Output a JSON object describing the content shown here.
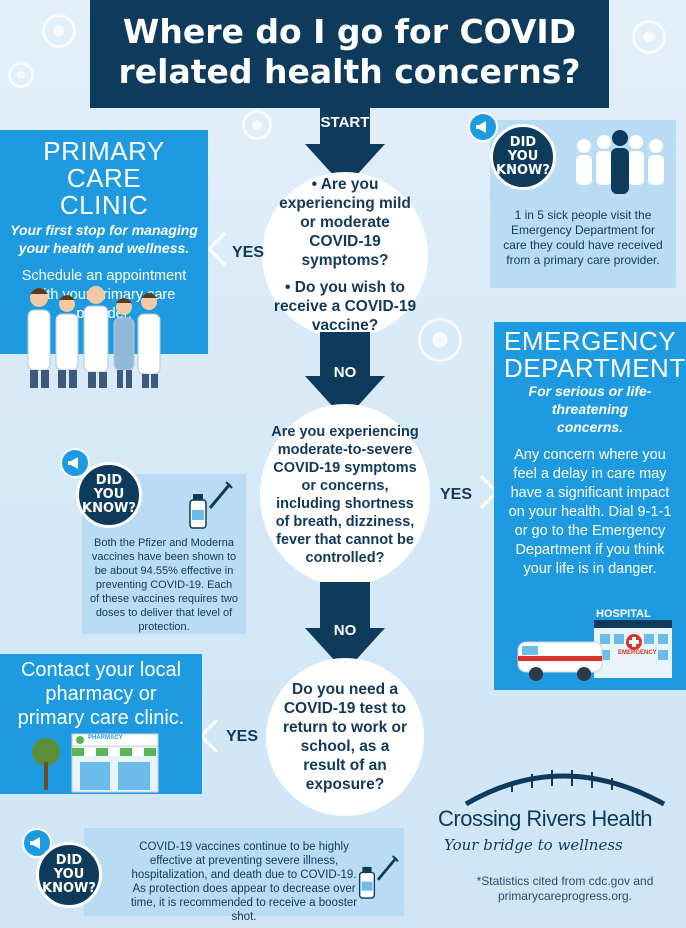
{
  "title": {
    "line1": "Where do I go for COVID",
    "line2": "related health concerns?"
  },
  "flow": {
    "start_label": "START",
    "no_label_1": "NO",
    "no_label_2": "NO",
    "yes_left_1": "YES",
    "yes_right": "YES",
    "yes_left_2": "YES"
  },
  "question1": {
    "bullet_a": "• Are you experiencing mild or moderate COVID-19 symptoms?",
    "bullet_b": "• Do you wish to receive a COVID-19 vaccine?"
  },
  "question2": {
    "text": "Are you experiencing moderate-to-severe COVID-19 symptoms or concerns, including shortness of breath, dizziness, fever that cannot be controlled?"
  },
  "question3": {
    "text": "Do you need a COVID-19 test to return to work or school, as a result of an exposure?"
  },
  "primary_care": {
    "title_line1": "PRIMARY CARE",
    "title_line2": "CLINIC",
    "subtitle": "Your first stop for managing your health and wellness.",
    "body": "Schedule an appointment with your primary care provider."
  },
  "emergency": {
    "title_line1": "EMERGENCY",
    "title_line2": "DEPARTMENT",
    "subtitle": "For serious or life-threatening concerns.",
    "body": "Any concern where you feel a delay in care may have a significant impact on your health. Dial 9-1-1 or go to the Emergency Department if you think your life is in danger.",
    "hospital_sign": "HOSPITAL",
    "ambulance_label": "EMERGENCY"
  },
  "pharmacy": {
    "title": "Contact your local pharmacy or primary care clinic.",
    "sign": "PHARMACY"
  },
  "did_you_know": {
    "badge_line1": "DID YOU",
    "badge_line2": "KNOW?",
    "fact1": "1 in 5 sick people visit the Emergency Department for care they could have received from a primary care provider.",
    "fact2": "Both the Pfizer and Moderna vaccines have been shown to be about 94.55% effective in preventing COVID-19. Each of these vaccines requires two doses to deliver that level of protection.",
    "fact3": "COVID-19 vaccines continue to be highly effective at preventing severe illness, hospitalization, and death due to COVID-19. As protection does appear to decrease over time, it is recommended to receive a booster shot."
  },
  "brand": {
    "name": "Crossing Rivers Health",
    "tagline": "Your bridge to wellness"
  },
  "footnote": "*Statistics cited from cdc.gov and primarycareprogress.org.",
  "colors": {
    "navy": "#0e3a5c",
    "blue": "#1e9be0",
    "light": "#b9dbf3"
  }
}
